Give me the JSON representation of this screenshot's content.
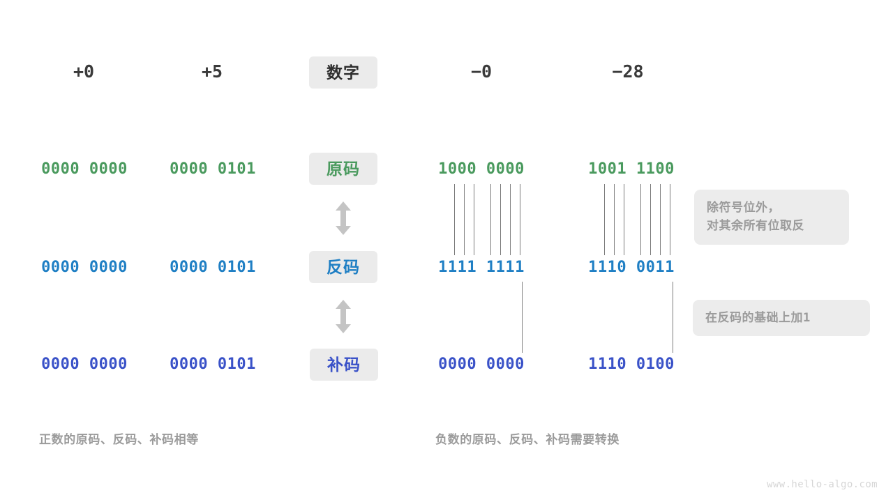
{
  "diagram": {
    "title_chip": "数字",
    "columns": [
      {
        "name": "plus-zero",
        "header": "+0"
      },
      {
        "name": "plus-five",
        "header": "+5"
      },
      {
        "name": "minus-zero",
        "header": "−0"
      },
      {
        "name": "minus-28",
        "header": "−28"
      }
    ],
    "rows": [
      {
        "key": "sign_magnitude",
        "label": "原码",
        "color": "#4a9a5e",
        "values": {
          "plus_zero": "0000 0000",
          "plus_five": "0000 0101",
          "minus_zero": "1000 0000",
          "minus_28": "1001 1100"
        }
      },
      {
        "key": "ones_complement",
        "label": "反码",
        "color": "#1f7fc4",
        "values": {
          "plus_zero": "0000 0000",
          "plus_five": "0000 0101",
          "minus_zero": "1111 1111",
          "minus_28": "1110 0011"
        }
      },
      {
        "key": "twos_complement",
        "label": "补码",
        "color": "#3a52c8",
        "values": {
          "plus_zero": "0000 0000",
          "plus_five": "0000 0101",
          "minus_zero": "0000 0000",
          "minus_28": "1110 0100"
        }
      }
    ],
    "notes": [
      {
        "key": "invert",
        "line1": "除符号位外，",
        "line2": "对其余所有位取反"
      },
      {
        "key": "add_one",
        "text_before": "在反码的基础上加",
        "mono_value": "1"
      }
    ],
    "captions": {
      "positive": "正数的原码、反码、补码相等",
      "negative": "负数的原码、反码、补码需要转换"
    },
    "watermark": "www.hello-algo.com",
    "arrows": [
      {
        "key": "arrow-sign-to-ones",
        "icon": "double-arrow-vertical-icon"
      },
      {
        "key": "arrow-ones-to-twos",
        "icon": "double-arrow-vertical-icon"
      }
    ]
  }
}
